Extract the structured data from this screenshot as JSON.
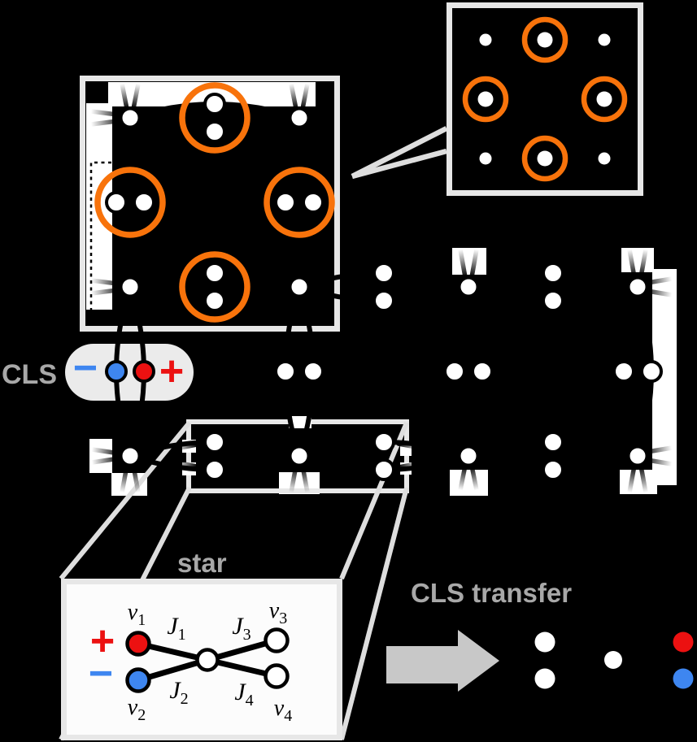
{
  "background": "#000000",
  "palette": {
    "border_gray": "#E7E7E7",
    "line_gray": "#DEDEDE",
    "text_gray": "#A8A8A8",
    "arrow_gray": "#C8C8C8",
    "pill_gray": "#EBEBEB",
    "orange": "#F8730B",
    "red": "#EC1111",
    "blue": "#3E86F0",
    "white": "#FFFFFF",
    "black": "#000000"
  },
  "cls_pill": {
    "label": "CLS",
    "minus_sign": "−",
    "plus_sign": "+",
    "negative_site_color": "#3E86F0",
    "positive_site_color": "#EC1111"
  },
  "star_box": {
    "title": "star",
    "plus_sign": "+",
    "minus_sign": "−",
    "vertices": [
      {
        "base": "v",
        "sub": "1",
        "fill": "#EC1111",
        "sign": "+"
      },
      {
        "base": "v",
        "sub": "2",
        "fill": "#3E86F0",
        "sign": "−"
      },
      {
        "base": "v",
        "sub": "3",
        "fill": "#FFFFFF"
      },
      {
        "base": "v",
        "sub": "4",
        "fill": "#FFFFFF"
      }
    ],
    "couplings": [
      {
        "base": "J",
        "sub": "1"
      },
      {
        "base": "J",
        "sub": "2"
      },
      {
        "base": "J",
        "sub": "3"
      },
      {
        "base": "J",
        "sub": "4"
      }
    ]
  },
  "transfer": {
    "title": "CLS transfer",
    "moved_cls_top_color": "#EC1111",
    "moved_cls_bottom_color": "#3E86F0"
  }
}
